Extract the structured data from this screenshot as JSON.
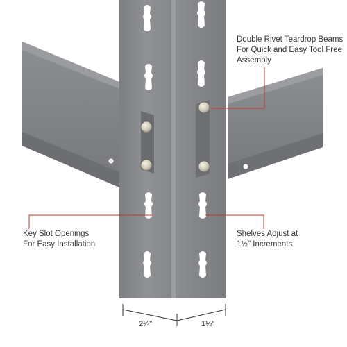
{
  "callouts": {
    "double_rivet": {
      "line1": "Double Rivet Teardrop Beams",
      "line2": "For Quick and Easy Tool Free",
      "line3": "Assembly"
    },
    "key_slot": {
      "line1": "Key Slot Openings",
      "line2": "For Easy Installation"
    },
    "shelves_adjust": {
      "line1": "Shelves Adjust at",
      "line2": "1½\" Increments"
    }
  },
  "dimensions": {
    "left_width": "2¼\"",
    "right_width": "1½\""
  },
  "colors": {
    "steel": "#8a8c8f",
    "steel_dark": "#6f7174",
    "callout_line": "#c0392b",
    "text": "#333333"
  }
}
